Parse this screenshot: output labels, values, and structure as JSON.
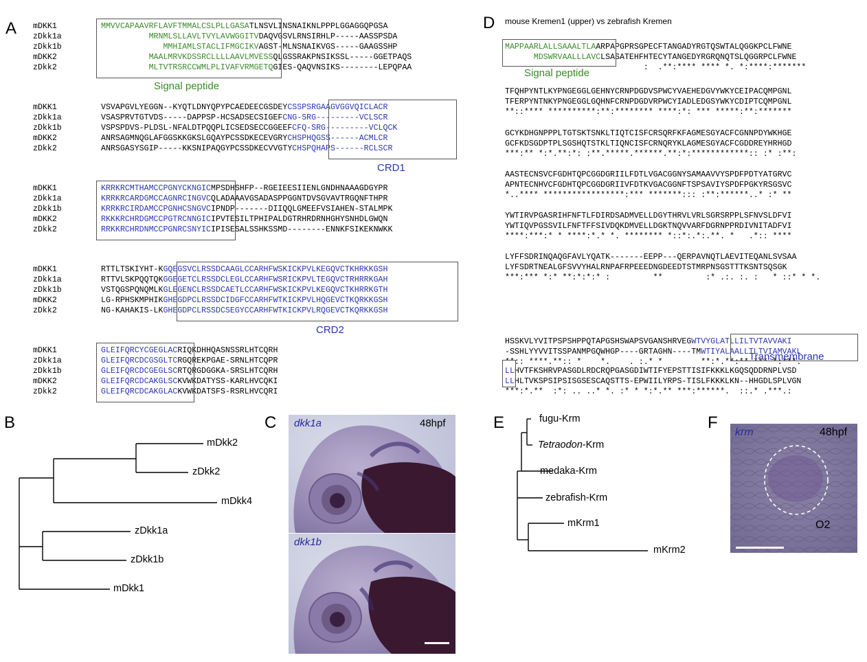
{
  "panels": {
    "a": "A",
    "b": "B",
    "c": "C",
    "d": "D",
    "e": "E",
    "f": "F"
  },
  "panelA": {
    "blocks": [
      {
        "names": [
          "mDKK1",
          "zDkk1a",
          "zDkk1b",
          "mDKK2",
          "zDkk2"
        ],
        "rows": [
          [
            {
              "t": "MMVVCAPAAVRFLAVFTMMALCSLPLLGASA",
              "c": "green"
            },
            {
              "t": "TLNSVLINSNAIKNLPPPLGGAGGQPGSA",
              "c": "black"
            }
          ],
          [
            {
              "t": "          MRNMLSLLAVLTVYLAVWGGITV",
              "c": "green"
            },
            {
              "t": "DAQVGSVLRNSIRHLP-----AASSPSDA",
              "c": "black"
            }
          ],
          [
            {
              "t": "             MMHIAMLSTACLIFMGCIKV",
              "c": "green"
            },
            {
              "t": "AGST-MLNSNAIKVGS-----GAAGSSHP",
              "c": "black"
            }
          ],
          [
            {
              "t": "          MAALMRVKDSSRCLLLLAAVLMVESS",
              "c": "green"
            },
            {
              "t": "QLGSSRAKPNSIKSSL-----GGETPAQS",
              "c": "black"
            }
          ],
          [
            {
              "t": "          MLTVTRSRCCWMLPLIVAFVRMGETQ",
              "c": "green"
            },
            {
              "t": "GIES-QAQVNSIKS--------LEPQPAA",
              "c": "black"
            }
          ]
        ],
        "label": "Signal peptide"
      },
      {
        "names": [
          "mDKK1",
          "zDkk1a",
          "zDkk1b",
          "mDKK2",
          "zDkk2"
        ],
        "rows": [
          [
            {
              "t": "VSVAPGVLYEGGN--KYQTLDNYQPYPCAEDEECGSDEY",
              "c": "black"
            },
            {
              "t": "CSSPSRGAAGVGGVQICLACR",
              "c": "blue"
            }
          ],
          [
            {
              "t": "VSASPRVTGTVDS-----DAPPSP-HCSADSECSIGEF",
              "c": "black"
            },
            {
              "t": "CNG-SRG---------VCLSCR",
              "c": "blue"
            }
          ],
          [
            {
              "t": "VSPSPDVS-PLDSL-NFALDTPQQPLICSEDSECCGGEEF",
              "c": "black"
            },
            {
              "t": "CFQ-SRG---------VCLQCK",
              "c": "blue"
            }
          ],
          [
            {
              "t": "ANRSAGMNQGLAFGGSKKGKSLGQAYPCSSDKECEVGRY",
              "c": "black"
            },
            {
              "t": "CHSPHQGSS------ACMLCR",
              "c": "blue"
            }
          ],
          [
            {
              "t": "ANRSGASYSGIP-----KKSNIPAQGYPCSSDKECVVGTY",
              "c": "black"
            },
            {
              "t": "CHSPQHAPS------RCLSCR",
              "c": "blue"
            }
          ]
        ],
        "label": "CRD1"
      },
      {
        "names": [
          "mDKK1",
          "zDkk1a",
          "zDkk1b",
          "mDKK2",
          "zDkk2"
        ],
        "rows": [
          [
            {
              "t": "KRRKRCMTHAMCCPGNYCKNGIC",
              "c": "blue"
            },
            {
              "t": "MPSDHSHFP--RGEIEESIIENLGNDHNAAAGDGYPR",
              "c": "black"
            }
          ],
          [
            {
              "t": "KRRKRCARDGMCCAGNRCINGVC",
              "c": "blue"
            },
            {
              "t": "QLADAAAVGSADASPPGGNTDVSGVAVTRGQNFTHPR",
              "c": "black"
            }
          ],
          [
            {
              "t": "KRRKRCIRDAMCCPGNHCSNGVC",
              "c": "blue"
            },
            {
              "t": "IPNDP-------DIIQQLGMEEFVSIAHEN-STALMPK",
              "c": "black"
            }
          ],
          [
            {
              "t": "RKKKRCHRDGMCCPGTRCNNGIC",
              "c": "blue"
            },
            {
              "t": "IPVTESILTPHIPALDGTRHRDRNHGHYSNHDLGWQN",
              "c": "black"
            }
          ],
          [
            {
              "t": "RRKKRCHRDNMCCPGNRCSNYIC",
              "c": "blue"
            },
            {
              "t": "IPISESALSSHKSSMD--------ENNKFSIKEKNWKK",
              "c": "black"
            }
          ]
        ]
      },
      {
        "names": [
          "mDKK1",
          "zDkk1a",
          "zDkk1b",
          "mDKK2",
          "zDkk2"
        ],
        "rows": [
          [
            {
              "t": "RTTLTSKIYHT-K",
              "c": "black"
            },
            {
              "t": "GQEGSVCLRSSDCAAGLCCARHFWSKICKPVLKEGQVCTKHRKKGSH",
              "c": "blue"
            }
          ],
          [
            {
              "t": "RTTVLSKPQQTQK",
              "c": "black"
            },
            {
              "t": "GGEGETCLRSSDCLEGLCCARHFWSRICKPVLTEGQVCTRHRRKGAH",
              "c": "blue"
            }
          ],
          [
            {
              "t": "VSTQGSPQNQMLK",
              "c": "black"
            },
            {
              "t": "GLEGENCLRSSDCAETLCCARHFWSKICKPVLKEGQVCTKHRRKGTH",
              "c": "blue"
            }
          ],
          [
            {
              "t": "LG-RPHSKMPHIK",
              "c": "black"
            },
            {
              "t": "GHEGDPCLRSSDCIDGFCCARHFWTKICKPVLHQGEVCTKQRKKGSH",
              "c": "blue"
            }
          ],
          [
            {
              "t": "NG-KAHAKIS-LK",
              "c": "black"
            },
            {
              "t": "GHEGDPCLRSSDCSEGYCCARHFWTKICKPVLRQGEVCTKQRKKGSH",
              "c": "blue"
            }
          ]
        ],
        "label": "CRD2"
      },
      {
        "names": [
          "mDKK1",
          "zDkk1a",
          "zDkk1b",
          "mDKK2",
          "zDkk2"
        ],
        "rows": [
          [
            {
              "t": "GLEIFQRCYCGEGLAC",
              "c": "blue"
            },
            {
              "t": "RIQKDHHQASNSSRLHTCQRH",
              "c": "black"
            }
          ],
          [
            {
              "t": "GLEIFQRCDCGSGLTC",
              "c": "blue"
            },
            {
              "t": "RGQREKPGAE-SRNLHTCQPR",
              "c": "black"
            }
          ],
          [
            {
              "t": "GLEIFQRCDCGEGLSC",
              "c": "blue"
            },
            {
              "t": "RTQRGDGGKA-SRSLHTCQRH",
              "c": "black"
            }
          ],
          [
            {
              "t": "GLEIFQRCDCAKGLSC",
              "c": "blue"
            },
            {
              "t": "KVWKDATYSS-KARLHVCQKI",
              "c": "black"
            }
          ],
          [
            {
              "t": "GLEIFQRCDCAKGLAC",
              "c": "blue"
            },
            {
              "t": "KVWKDATSFS-RSRLHVCQRI",
              "c": "black"
            }
          ]
        ]
      }
    ]
  },
  "panelB": {
    "leaves": [
      "mDkk2",
      "zDkk2",
      "mDkk4",
      "zDkk1a",
      "zDkk1b",
      "mDkk1"
    ]
  },
  "panelC": {
    "top_label": "dkk1a",
    "stage": "48hpf",
    "bottom_label": "dkk1b"
  },
  "panelD": {
    "title": "mouse Kremen1 (upper) vs zebrafish Kremen",
    "blocks": [
      {
        "rows": [
          [
            {
              "t": "MAPPAARLALLSAAALTLA",
              "c": "green"
            },
            {
              "t": "ARPAPGPRSGPECFTANGADYRGTQSWTALQGGKPCLFWNE",
              "c": "black"
            }
          ],
          [
            {
              "t": "      MDSWRVAALLLAVC",
              "c": "green"
            },
            {
              "t": "LSASATEHFHTECYTANGEDYRGRQNQTSLQGGRPCLFWNE",
              "c": "black"
            }
          ],
          [
            {
              "t": "                             :  .**:**** **** *. *:****:*******",
              "c": "black"
            }
          ]
        ],
        "label": "Signal peptide"
      },
      {
        "rows": [
          [
            {
              "t": "TFQHPYNTLKYPNGEGGLGEHNYCRNPDGDVSPWCYVAEHEDGVYWKYCEIPACQMPGNL",
              "c": "black"
            }
          ],
          [
            {
              "t": "TFERPYNTNKYPNGEGGLGQHNFCRNPDGDVRPWCYIADLEDGSYWKYCDIPTCQMPGNL",
              "c": "black"
            }
          ],
          [
            {
              "t": "**::**** **********:**:******** ****:*: *** *****:**:*******",
              "c": "black"
            }
          ]
        ]
      },
      {
        "rows": [
          [
            {
              "t": "GCYKDHGNPPPLTGTSKTSNKLTIQTCISFCRSQRFKFAGMESGYACFCGNNPDYWKHGE",
              "c": "black"
            }
          ],
          [
            {
              "t": "GCFKDSGDPTPLSGSHQTSTKLTIQNCISFCRNQRYKLAGMESGYACFCGDDREYHRHGD",
              "c": "black"
            }
          ],
          [
            {
              "t": "***:** *:*.**:*: :**.*****.******.**:*:************:: :* :**:",
              "c": "black"
            }
          ]
        ]
      },
      {
        "rows": [
          [
            {
              "t": "AASTECNSVCFGDHTQPCGGDGRIILFDTLVGACGGNYSAMAAVVYSPDFPDTYATGRVC",
              "c": "black"
            }
          ],
          [
            {
              "t": "APNTECNHVCFGDHTQPCGGDGRIIVFDTKVGACGGNFTSPSAVIYSPDFPGKYRSGSVC",
              "c": "black"
            }
          ],
          [
            {
              "t": "*..**** *****************:*** *******::: :**:******..* :* **",
              "c": "black"
            }
          ]
        ]
      },
      {
        "rows": [
          [
            {
              "t": "YWTIRVPGASRIHFNFTLFDIRDSADMVELLDGYTHRVLVRLSGRSRPPLSFNVSLDFVI",
              "c": "black"
            }
          ],
          [
            {
              "t": "YWTIQVPGSSVILFNFTFFSIVDQKDMVELLDGKTNQVVARFDGRNPPRDIVNITADFVI",
              "c": "black"
            }
          ],
          [
            {
              "t": "****:***:* * ****:*.* *. ******** *::*:.*:.**. *   .*:: ****",
              "c": "black"
            }
          ]
        ]
      },
      {
        "rows": [
          [
            {
              "t": "LYFFSDRINQAQGFAVLYQATK-------EEPP---QERPAVNQTLAEVITEQANLSVSAA",
              "c": "black"
            }
          ],
          [
            {
              "t": "LYFSDRTNEALGFSVVYHALRNPAFRPEEEDNGDEEDTSTMRPNSGSTTTKSNTSQSGK",
              "c": "black"
            }
          ],
          [
            {
              "t": "***:*** *:* **:*:*:* :         **         :* .:. :. :   * ::* * *.",
              "c": "black"
            }
          ]
        ]
      },
      {
        "rows": [
          [
            {
              "t": "HSSKVLYVITPSPSHPPQTAPGSHSWAPSVGANSHRVEG",
              "c": "black"
            },
            {
              "t": "WTVYGLATLLILTVTAVVAKI",
              "c": "blue"
            }
          ],
          [
            {
              "t": "-SSHLYYVVITSSPANMPGQWHGP----GRTAGHN----TM",
              "c": "black"
            },
            {
              "t": "WTIYALAALLTLTVIAMVAKL",
              "c": "blue"
            }
          ],
          [
            {
              "t": "**:: ****.**:: *    *.    . :.* *        **:*.**:** *** *:***.",
              "c": "black"
            }
          ]
        ],
        "label": "Transmembrane"
      },
      {
        "rows": [
          [
            {
              "t": "LL",
              "c": "blue"
            },
            {
              "t": "HVTFKSHRVPASGDLRDCRQPGASGDIWTIFYEPSTTISIFKKKLKGQSQDDRNPLVSD",
              "c": "black"
            }
          ],
          [
            {
              "t": "LL",
              "c": "blue"
            },
            {
              "t": "HLTVKSPSIPSISGSESCAQSTTS-EPWIILYRPS-TISLFKKKLKN--HHGDLSPLVGN",
              "c": "black"
            }
          ],
          [
            {
              "t": "***:*.**  :*: .. ..* *. :* * *:*.** ***:******.  ::.* .***.:",
              "c": "black"
            }
          ]
        ]
      }
    ]
  },
  "panelE": {
    "leaves": [
      "fugu-Krm",
      "Tetraodon-Krm",
      "medaka-Krm",
      "zebrafish-Krm",
      "mKrm1",
      "mKrm2"
    ]
  },
  "panelF": {
    "label": "krm",
    "stage": "48hpf",
    "region": "O2"
  },
  "colors": {
    "signal": "#3a8a2a",
    "domain": "#2b35b0",
    "stain": "#5a4a8a"
  }
}
